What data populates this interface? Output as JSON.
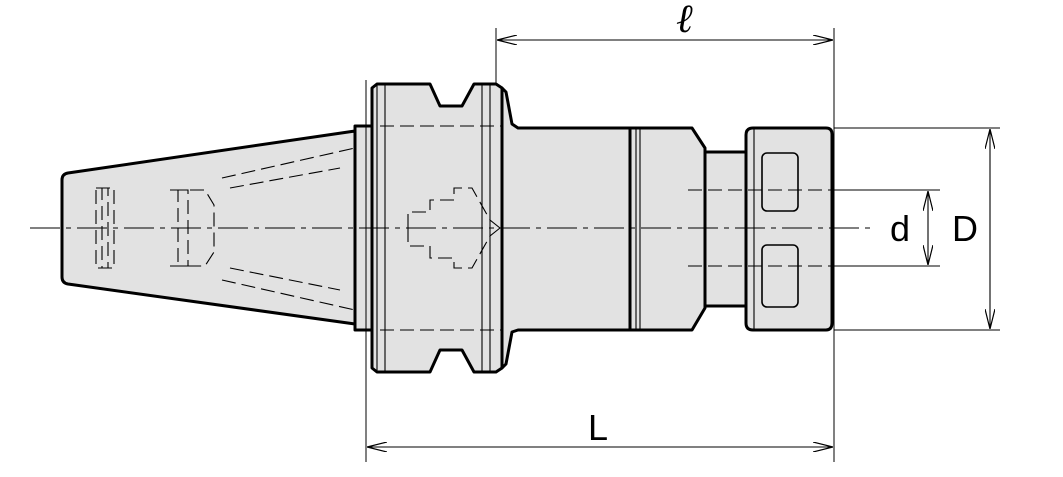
{
  "diagram": {
    "dimension_labels": {
      "overall_length": "L",
      "projection_length": "ℓ",
      "inner_diameter": "d",
      "outer_diameter": "D"
    }
  }
}
